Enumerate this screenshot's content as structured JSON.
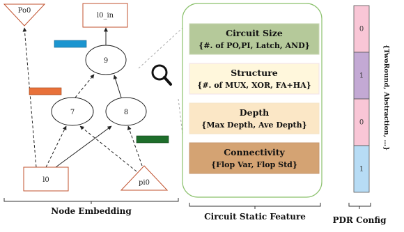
{
  "graph": {
    "nodes": {
      "po0": "Po0",
      "l0_in": "l0_in",
      "n9": "9",
      "n7": "7",
      "n8": "8",
      "l0": "l0",
      "pi0": "pi0"
    },
    "caption": "Node Embedding"
  },
  "features": {
    "items": [
      {
        "title": "Circuit Size",
        "sub": "{#. of PO,PI, Latch, AND}",
        "fill": "#b5c99a",
        "stroke": "#c9d7b4"
      },
      {
        "title": "Structure",
        "sub": "{#. of MUX, XOR, FA+HA}",
        "fill": "#fff7dc",
        "stroke": "#f0e0e8"
      },
      {
        "title": "Depth",
        "sub": "{Max Depth, Ave Depth}",
        "fill": "#fbe7c6",
        "stroke": "#f5e6c8"
      },
      {
        "title": "Connectivity",
        "sub": "{Flop Var, Flop Std}",
        "fill": "#d4a373",
        "stroke": "#c79a70"
      }
    ],
    "caption": "Circuit Static Feature",
    "border_color": "#8ac06b"
  },
  "config": {
    "values": [
      "0",
      "1",
      "0",
      "1"
    ],
    "colors": [
      "#f9c6d6",
      "#c3a9d4",
      "#f9c6d6",
      "#b7dcf5"
    ],
    "side_label": "{TwoRound, Abstraction, …}",
    "caption": "PDR Config"
  },
  "colors": {
    "node_stroke": "#c0502c",
    "bar_blue": "#1b95d0",
    "bar_orange": "#e8713a",
    "bar_green": "#1e6e2b"
  },
  "icons": [
    "magnifier-icon"
  ]
}
